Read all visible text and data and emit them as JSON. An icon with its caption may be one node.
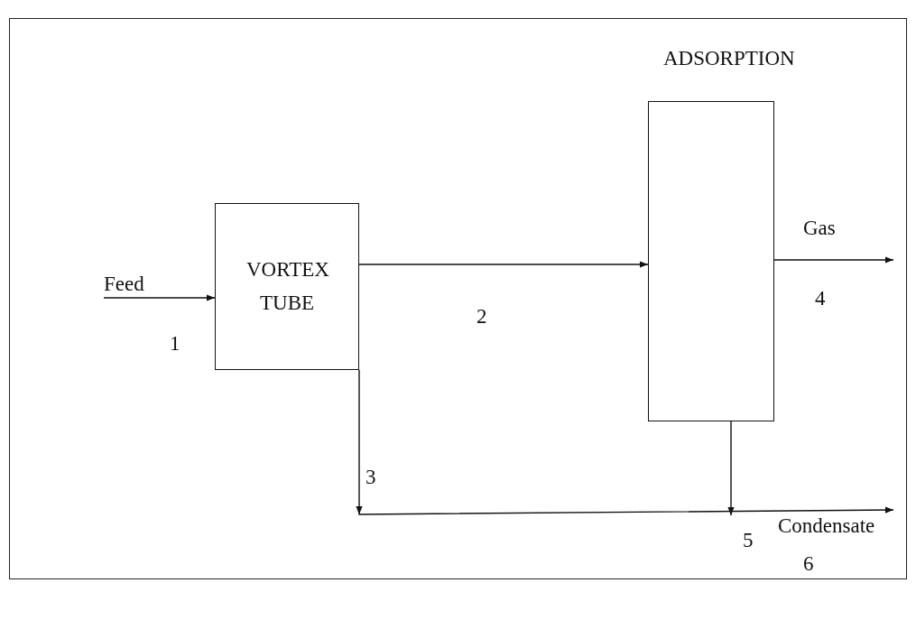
{
  "diagram": {
    "nodes": [
      {
        "text": [
          "VORTEX TUBE"
        ]
      },
      {
        "text": [],
        "shape": "box",
        "beside": [
          "ADSORPTION"
        ]
      }
    ],
    "edges": [
      {
        "from": null,
        "to": 0,
        "arrow": "to",
        "label": "Feed"
      },
      {
        "from": 0,
        "to": 1,
        "arrow": "to"
      },
      {
        "from": 1,
        "to": null,
        "arrow": "to",
        "label": "Gas"
      },
      {
        "from": 0,
        "to": null,
        "arrow": "to",
        "label": "Condensate"
      },
      {
        "from": 1,
        "to": null,
        "arrow": "to"
      }
    ],
    "labels": [
      "1",
      "2",
      "4",
      "3",
      "5",
      "6"
    ]
  }
}
